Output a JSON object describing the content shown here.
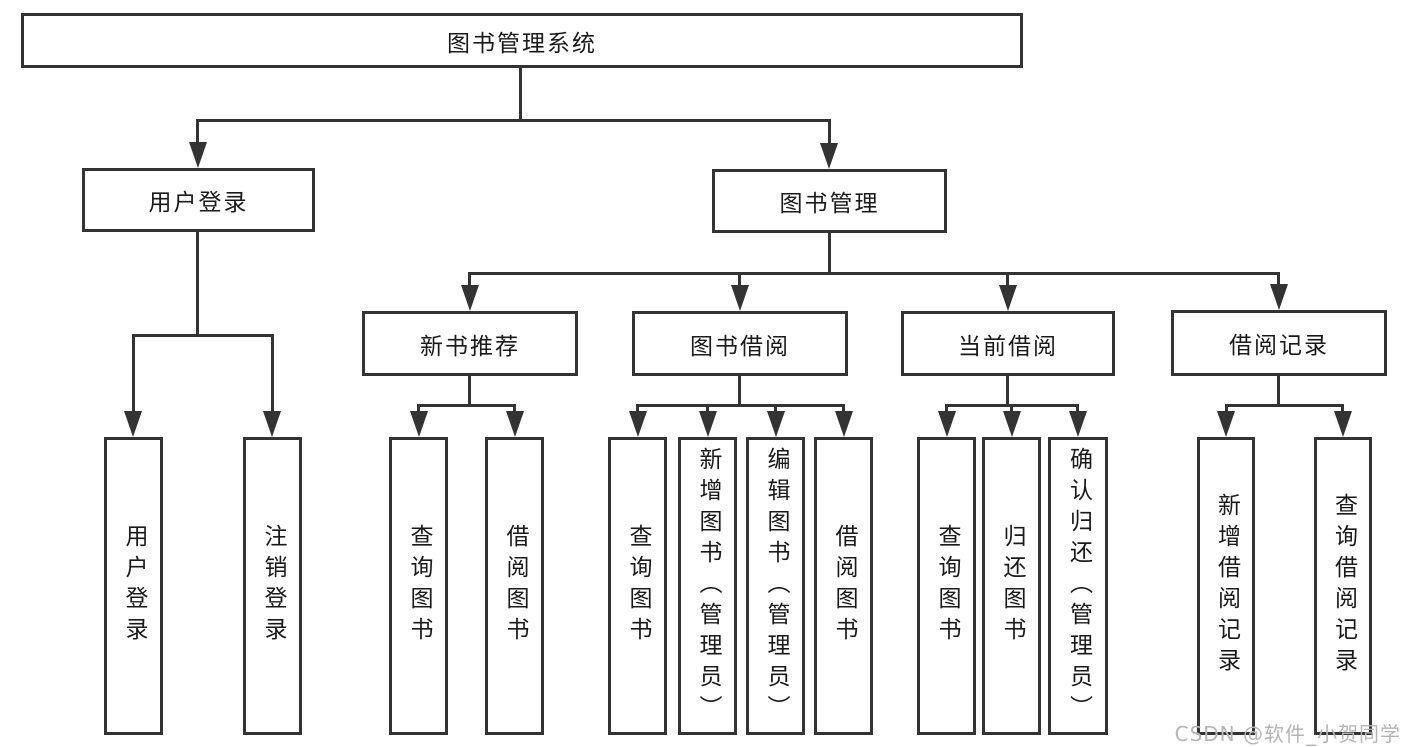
{
  "diagram": {
    "root": {
      "label": "图书管理系统"
    },
    "branches": [
      {
        "label": "用户登录",
        "children": [
          {
            "label": "用户登录"
          },
          {
            "label": "注销登录"
          }
        ]
      },
      {
        "label": "图书管理",
        "children": [
          {
            "label": "新书推荐",
            "children": [
              {
                "label": "查询图书"
              },
              {
                "label": "借阅图书"
              }
            ]
          },
          {
            "label": "图书借阅",
            "children": [
              {
                "label": "查询图书"
              },
              {
                "label": "新增图书（管理员）"
              },
              {
                "label": "编辑图书（管理员）"
              },
              {
                "label": "借阅图书"
              }
            ]
          },
          {
            "label": "当前借阅",
            "children": [
              {
                "label": "查询图书"
              },
              {
                "label": "归还图书"
              },
              {
                "label": "确认归还（管理员）"
              }
            ]
          },
          {
            "label": "借阅记录",
            "children": [
              {
                "label": "新增借阅记录"
              },
              {
                "label": "查询借阅记录"
              }
            ]
          }
        ]
      }
    ]
  },
  "watermark": "CSDN @软件_小贺同学",
  "colors": {
    "line": "#333333",
    "box_border": "#333333",
    "text": "#1a1a1a",
    "background": "#ffffff",
    "watermark": "#b5b5b5"
  }
}
